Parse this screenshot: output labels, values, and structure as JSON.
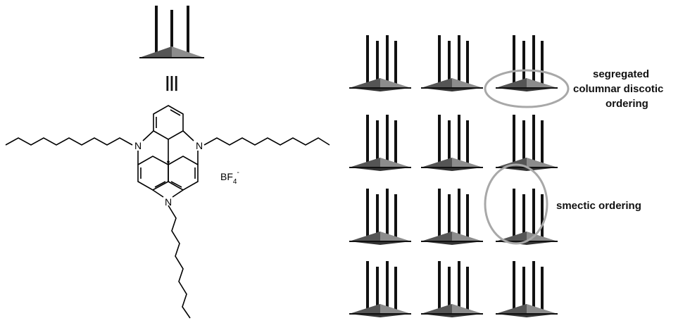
{
  "molecule": {
    "atoms": {
      "n1": "N",
      "n2": "N",
      "n3": "N"
    },
    "counterion": {
      "base": "BF",
      "subscript": "4",
      "charge": "-"
    },
    "equivalence_symbol": "|||"
  },
  "labels": {
    "columnar": [
      "segregated",
      "columnar discotic",
      "ordering"
    ],
    "smectic": "smectic ordering"
  },
  "colors": {
    "stroke": "#111111",
    "disc_dark": "#444444",
    "disc_light": "#9a9a9a",
    "highlight_ring": "#a8a8a8"
  }
}
